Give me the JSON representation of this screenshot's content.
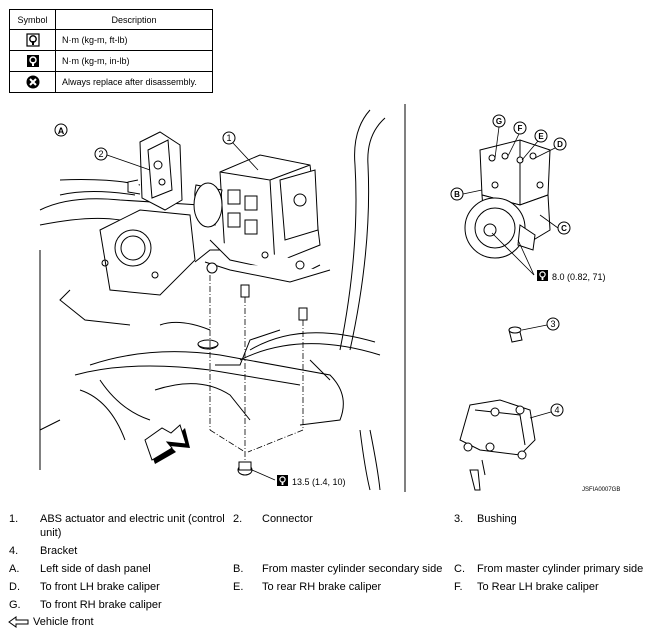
{
  "symbol_table": {
    "header_symbol": "Symbol",
    "header_description": "Description",
    "rows": [
      {
        "icon": "torque-wrench-icon",
        "description": "N·m (kg-m, ft-lb)"
      },
      {
        "icon": "torque-wrench-filled-icon",
        "description": "N·m (kg-m, in-lb)"
      },
      {
        "icon": "replace-x-icon",
        "description": "Always replace after disassembly."
      }
    ]
  },
  "diagram": {
    "view_label": "A",
    "callouts": [
      "1",
      "2",
      "3",
      "4"
    ],
    "letters": [
      "G",
      "F",
      "E",
      "D",
      "B",
      "C"
    ],
    "torque_1": "8.0 (0.82, 71)",
    "torque_2": "13.5 (1.4, 10)",
    "code": "JSFIA0007GB"
  },
  "legend": {
    "items": [
      {
        "num": "1.",
        "text": "ABS actuator and electric unit (control unit)"
      },
      {
        "num": "2.",
        "text": "Connector"
      },
      {
        "num": "3.",
        "text": "Bushing"
      },
      {
        "num": "4.",
        "text": "Bracket"
      },
      {
        "num": "A.",
        "text": "Left side of dash panel"
      },
      {
        "num": "B.",
        "text": "From master cylinder secondary side"
      },
      {
        "num": "C.",
        "text": "From master cylinder primary side"
      },
      {
        "num": "D.",
        "text": "To front LH brake caliper"
      },
      {
        "num": "E.",
        "text": "To rear RH brake caliper"
      },
      {
        "num": "F.",
        "text": "To Rear LH brake caliper"
      },
      {
        "num": "G.",
        "text": "To front RH brake caliper"
      }
    ],
    "vehicle_front": "Vehicle front"
  }
}
